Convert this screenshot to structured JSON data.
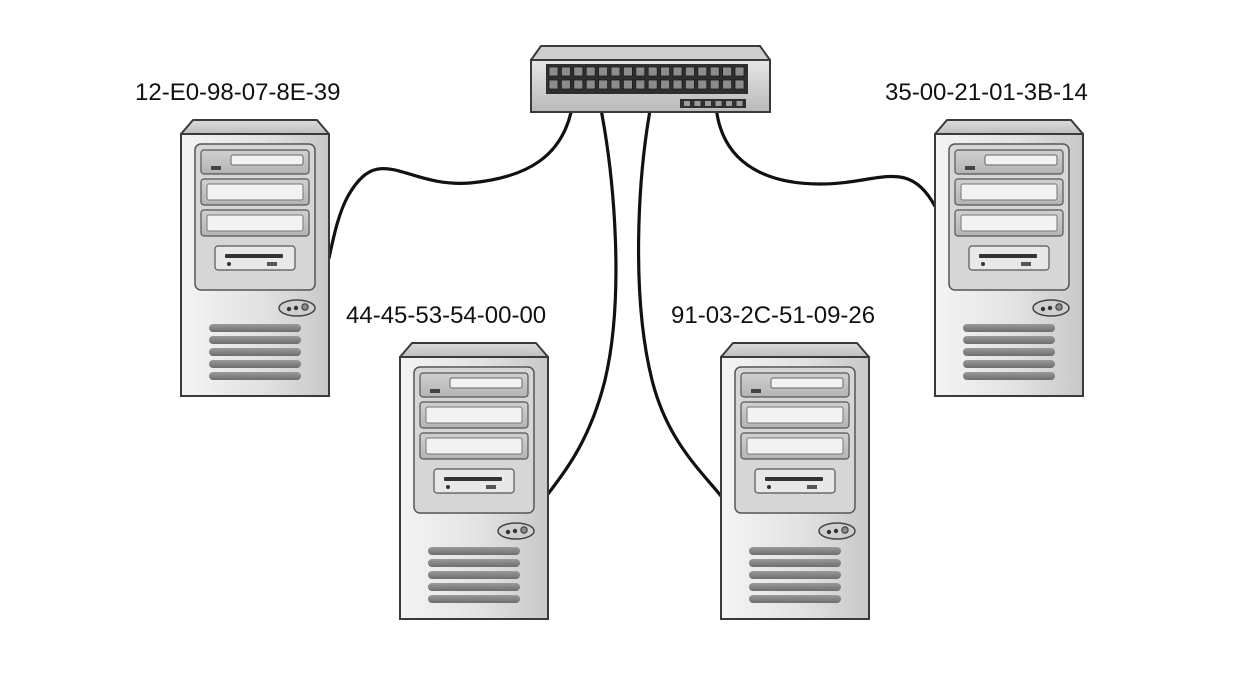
{
  "diagram": {
    "switch": {
      "icon": "network-switch-icon"
    },
    "computers": [
      {
        "id": "pc-top-left",
        "mac": "12-E0-98-07-8E-39"
      },
      {
        "id": "pc-bottom-left",
        "mac": "44-45-53-54-00-00"
      },
      {
        "id": "pc-bottom-right",
        "mac": "91-03-2C-51-09-26"
      },
      {
        "id": "pc-top-right",
        "mac": "35-00-21-01-3B-14"
      }
    ]
  }
}
